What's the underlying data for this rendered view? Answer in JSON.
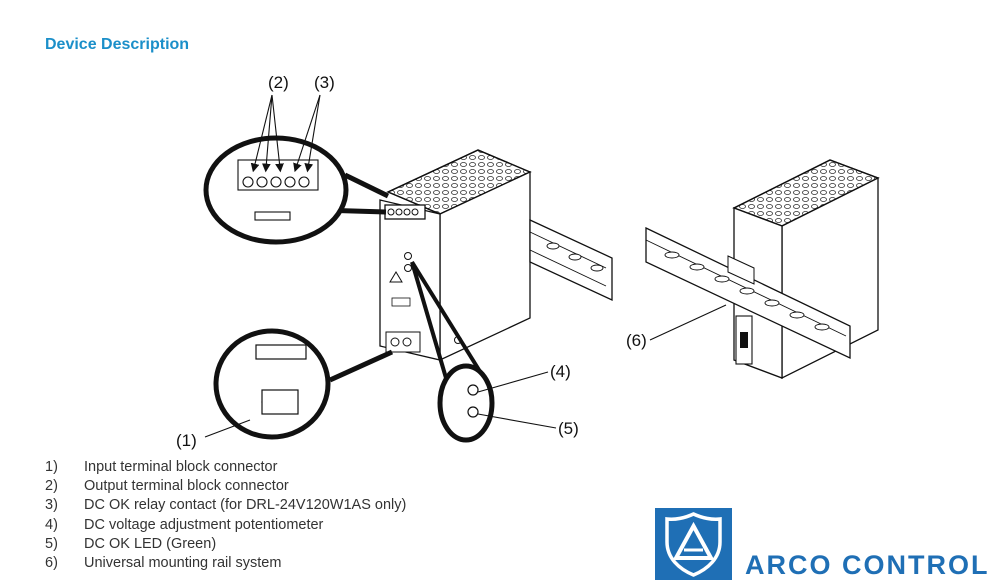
{
  "heading": "Device Description",
  "callouts": [
    "(1)",
    "(2)",
    "(3)",
    "(4)",
    "(5)",
    "(6)"
  ],
  "legend": [
    {
      "num": "1)",
      "text": "Input terminal block connector"
    },
    {
      "num": "2)",
      "text": "Output terminal block connector"
    },
    {
      "num": "3)",
      "text": "DC OK relay contact (for DRL-24V120W1AS only)"
    },
    {
      "num": "4)",
      "text": "DC voltage adjustment potentiometer"
    },
    {
      "num": "5)",
      "text": "DC OK LED (Green)"
    },
    {
      "num": "6)",
      "text": "Universal mounting rail system"
    }
  ],
  "logo": {
    "text": "ARCO CONTROL",
    "icon": "shield-a-icon"
  },
  "colors": {
    "heading": "#1b8fc9",
    "brand": "#1f6fb5",
    "line": "#111111"
  }
}
